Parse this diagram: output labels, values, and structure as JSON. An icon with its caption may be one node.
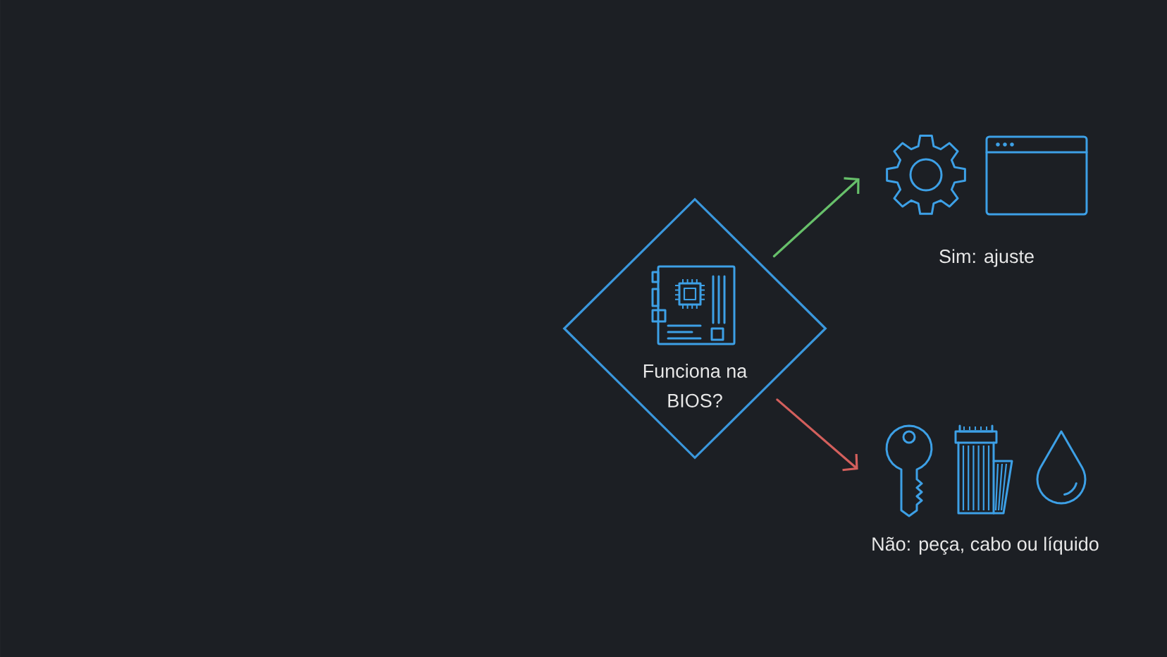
{
  "diagram": {
    "nodes": [
      {
        "text": [
          "Funciona na BIOS?"
        ]
      },
      {
        "text": [],
        "shape": "picture",
        "beside": [
          "Sim: ajuste"
        ]
      },
      {
        "text": [],
        "shape": "picture",
        "beside": [
          "Não: peça, cabo ou líquido"
        ]
      }
    ],
    "edges": [
      {
        "from": 0,
        "to": 1,
        "arrow": "to",
        "color": "#67c06a"
      },
      {
        "from": 0,
        "to": 2,
        "arrow": "to",
        "color": "#d35f5c"
      }
    ]
  }
}
